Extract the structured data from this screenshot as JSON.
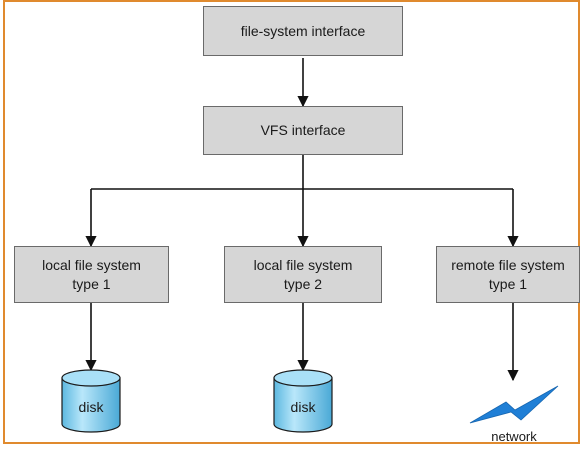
{
  "diagram": {
    "top_box": "file-system interface",
    "vfs_box": "VFS interface",
    "fs_boxes": [
      {
        "line1": "local file system",
        "line2": "type 1"
      },
      {
        "line1": "local file system",
        "line2": "type 2"
      },
      {
        "line1": "remote file system",
        "line2": "type 1"
      }
    ],
    "disk_labels": [
      "disk",
      "disk"
    ],
    "network_label": "network",
    "frame_color": "#e08a2e",
    "box_fill": "#d6d6d6",
    "disk_fill": "#8fd3f0",
    "network_color": "#1f7fd6",
    "icons": [
      "disk-icon",
      "disk-icon",
      "network-icon"
    ]
  }
}
